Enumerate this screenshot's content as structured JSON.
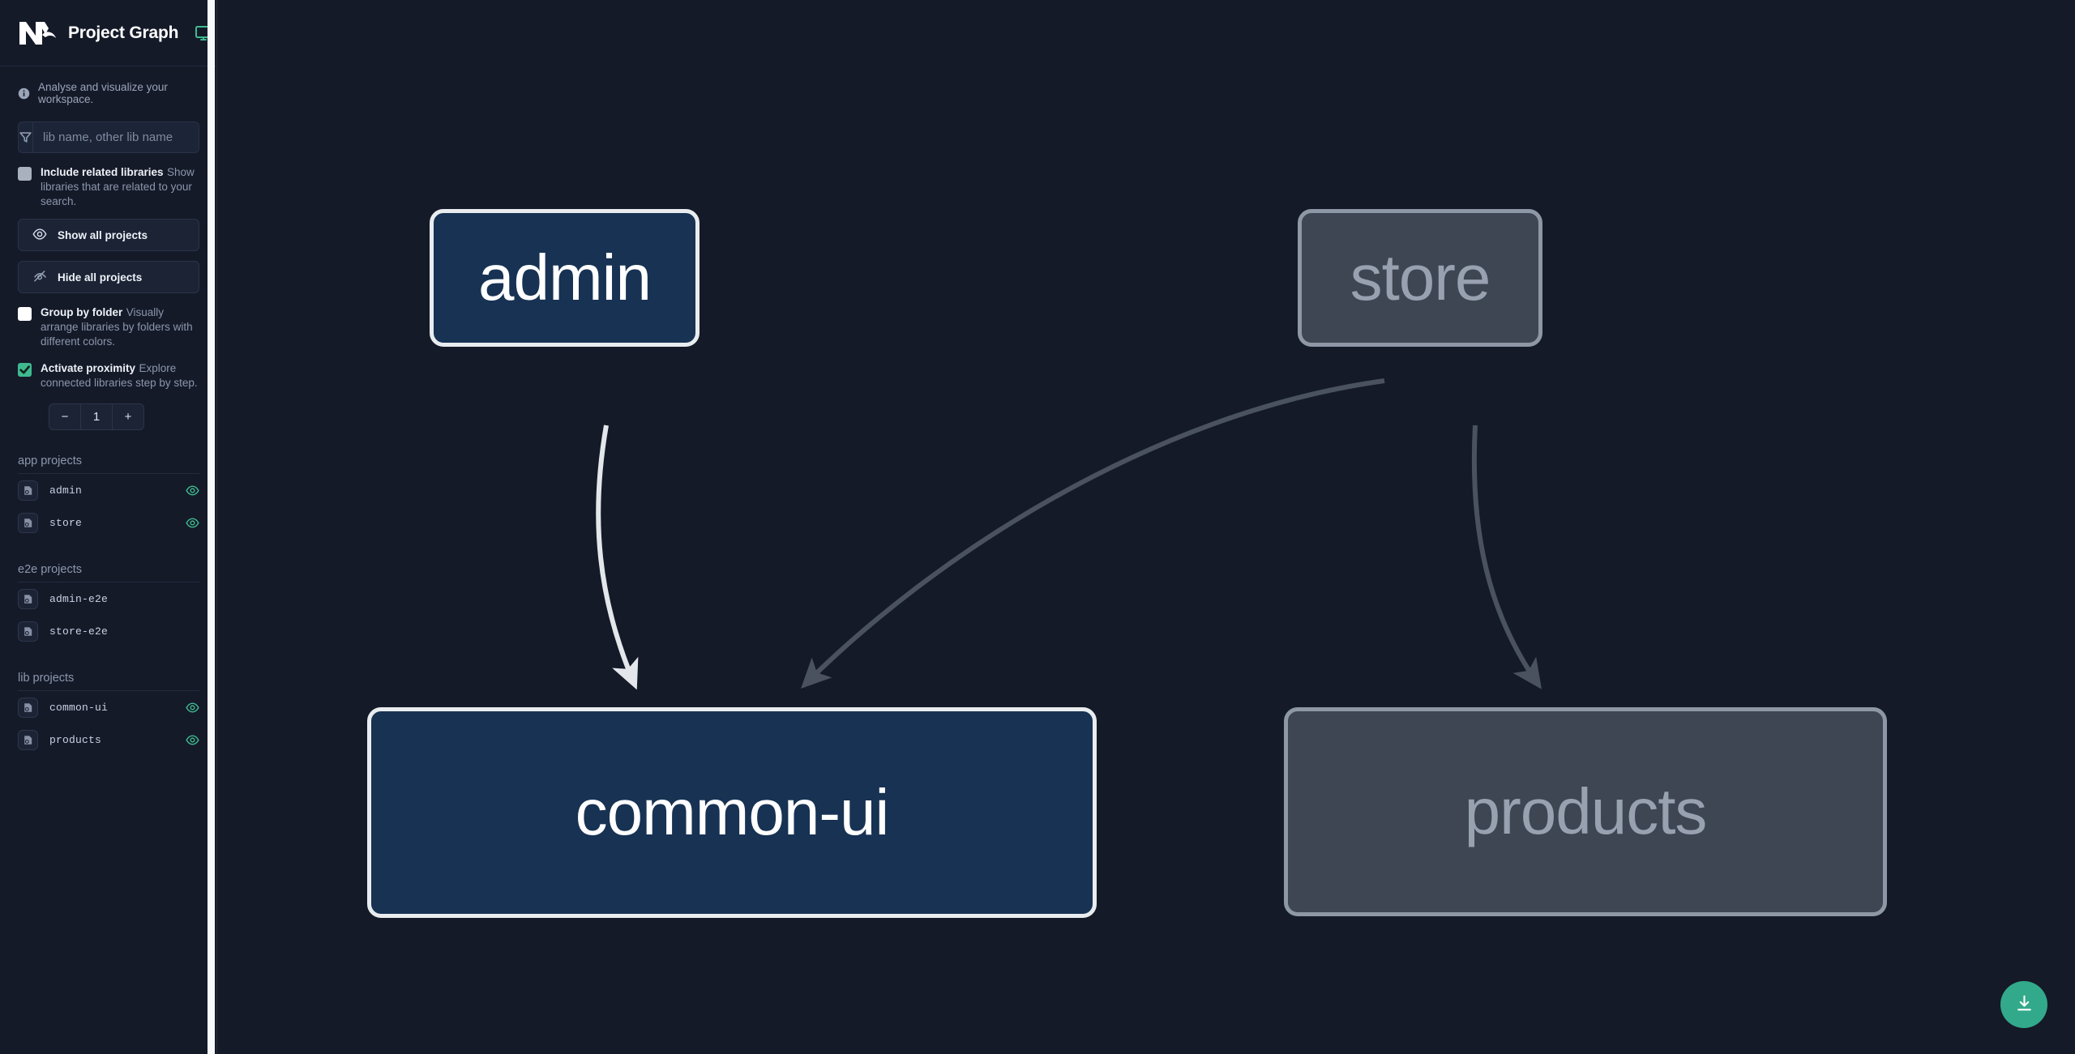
{
  "header": {
    "title": "Project Graph",
    "logo_icon": "nx-logo",
    "monitor_icon": "monitor-icon",
    "accent_green": "#3fba8f"
  },
  "tagline": {
    "icon": "info-icon",
    "text": "Analyse and visualize your workspace."
  },
  "search": {
    "icon": "funnel-icon",
    "placeholder": "lib name, other lib name",
    "value": ""
  },
  "options": [
    {
      "id": "include-related-libraries",
      "label": "Include related libraries",
      "description": "Show libraries that are related to your search.",
      "checked": false,
      "style": "grey"
    },
    {
      "id": "group-by-folder",
      "label": "Group by folder",
      "description": "Visually arrange libraries by folders with different colors.",
      "checked": false,
      "style": "white"
    },
    {
      "id": "activate-proximity",
      "label": "Activate proximity",
      "description": "Explore connected libraries step by step.",
      "checked": true,
      "style": "green"
    }
  ],
  "buttons": {
    "show_all": {
      "label": "Show all projects",
      "icon": "eye-icon"
    },
    "hide_all": {
      "label": "Hide all projects",
      "icon": "eye-off-icon"
    }
  },
  "stepper": {
    "decrement": "−",
    "value": "1",
    "increment": "+"
  },
  "project_groups": [
    {
      "title": "app projects",
      "items": [
        {
          "name": "admin",
          "visible": true
        },
        {
          "name": "store",
          "visible": true
        }
      ]
    },
    {
      "title": "e2e projects",
      "items": [
        {
          "name": "admin-e2e",
          "visible": false
        },
        {
          "name": "store-e2e",
          "visible": false
        }
      ]
    },
    {
      "title": "lib projects",
      "items": [
        {
          "name": "common-ui",
          "visible": true
        },
        {
          "name": "products",
          "visible": true
        }
      ]
    }
  ],
  "graph": {
    "nodes": [
      {
        "id": "admin",
        "label": "admin",
        "state": "highlighted"
      },
      {
        "id": "store",
        "label": "store",
        "state": "dimmed"
      },
      {
        "id": "common-ui",
        "label": "common-ui",
        "state": "highlighted"
      },
      {
        "id": "products",
        "label": "products",
        "state": "dimmed"
      }
    ],
    "edges": [
      {
        "from": "admin",
        "to": "common-ui",
        "state": "highlighted"
      },
      {
        "from": "store",
        "to": "common-ui",
        "state": "dimmed"
      },
      {
        "from": "store",
        "to": "products",
        "state": "dimmed"
      }
    ],
    "colors": {
      "node_highlight_fill": "#173253",
      "node_highlight_border": "#e9ecef",
      "node_dim_fill": "#3e4553",
      "node_dim_border": "#8e97a5",
      "edge_highlight": "#e3e7ec",
      "edge_dim": "#4a5260",
      "canvas_bg": "#141a27"
    }
  },
  "download_button": {
    "icon": "download-icon",
    "color": "#33a98b"
  }
}
